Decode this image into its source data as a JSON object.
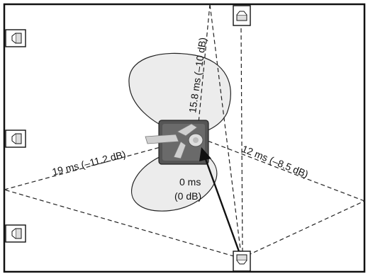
{
  "labels": {
    "reflection_ceiling": "15.8 ms (–10 dB)",
    "reflection_left": "19 ms (–11.2 dB)",
    "reflection_right": "12 ms (–8.5 dB)",
    "direct_time": "0 ms",
    "direct_level": "(0 dB)"
  },
  "colors": {
    "lines": "#1a1a1a",
    "polar_lobe_fill": "#ececec",
    "chair": "#555555",
    "listener": "#cfcfcf",
    "speaker_fill": "#dddddd"
  },
  "icons": {
    "speaker": "loudspeaker-icon",
    "listener": "listener-seated-icon"
  }
}
